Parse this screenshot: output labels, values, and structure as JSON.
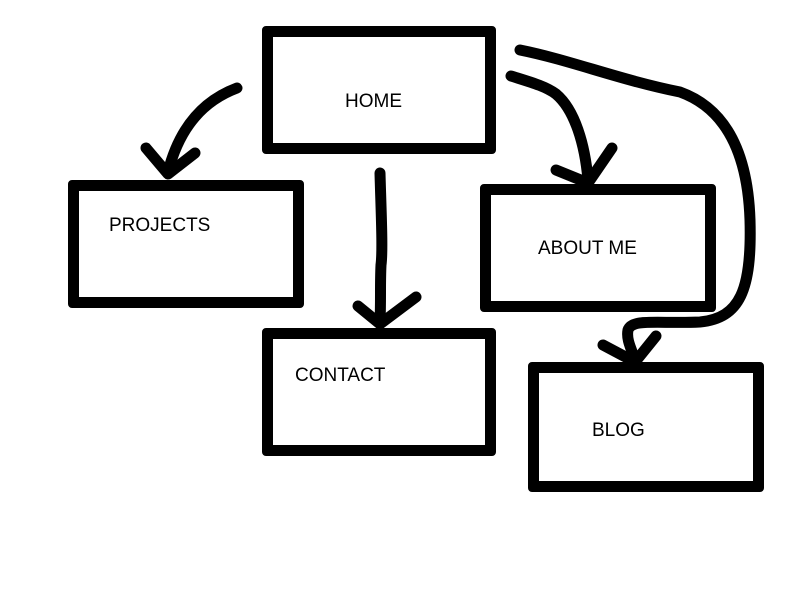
{
  "diagram": {
    "nodes": [
      {
        "id": "home",
        "label": "HOME"
      },
      {
        "id": "projects",
        "label": "PROJECTS"
      },
      {
        "id": "contact",
        "label": "CONTACT"
      },
      {
        "id": "about",
        "label": "ABOUT ME"
      },
      {
        "id": "blog",
        "label": "BLOG"
      }
    ],
    "edges": [
      {
        "from": "home",
        "to": "projects"
      },
      {
        "from": "home",
        "to": "contact"
      },
      {
        "from": "home",
        "to": "about"
      },
      {
        "from": "home",
        "to": "blog"
      }
    ],
    "colors": {
      "ink": "#000000",
      "background": "#ffffff"
    }
  }
}
